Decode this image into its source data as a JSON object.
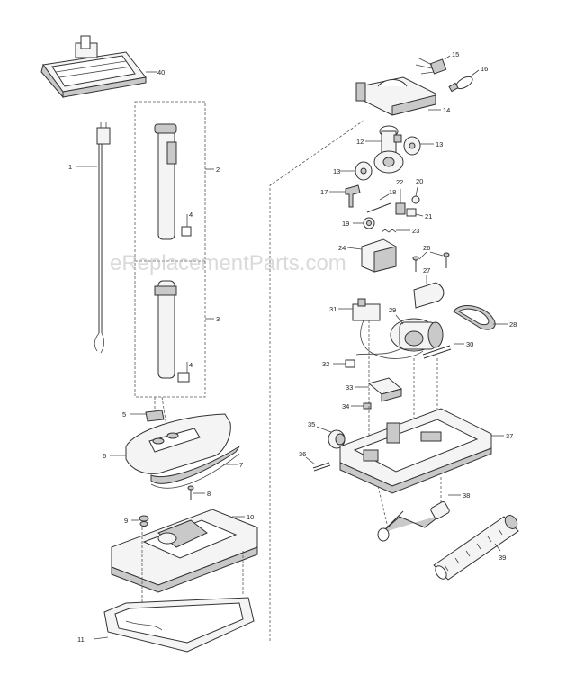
{
  "watermark": "eReplacementParts.com",
  "callouts": {
    "p1": "1",
    "p2": "2",
    "p3": "3",
    "p4a": "4",
    "p4b": "4",
    "p5": "5",
    "p6": "6",
    "p7": "7",
    "p8": "8",
    "p9": "9",
    "p10": "10",
    "p11": "11",
    "p12": "12",
    "p13a": "13",
    "p13b": "13",
    "p14": "14",
    "p15": "15",
    "p16": "16",
    "p17": "17",
    "p18": "18",
    "p19": "19",
    "p20": "20",
    "p21": "21",
    "p22": "22",
    "p23": "23",
    "p24": "24",
    "p26": "26",
    "p27": "27",
    "p28": "28",
    "p29": "29",
    "p30": "30",
    "p31": "31",
    "p32": "32",
    "p33": "33",
    "p34": "34",
    "p35": "35",
    "p36": "36",
    "p37": "37",
    "p38": "38",
    "p39": "39",
    "p40": "40"
  },
  "colors": {
    "line": "#333333",
    "fill": "#f4f4f4",
    "shade": "#c9c9c9",
    "watermark": "#bdbdbd"
  }
}
